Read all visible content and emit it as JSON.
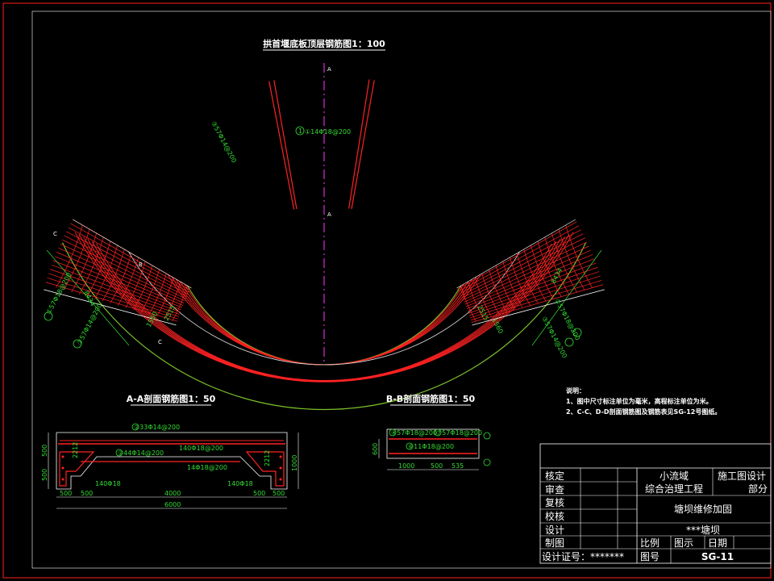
{
  "colors": {
    "background": "#000000",
    "frame": "#ff2020",
    "rebar": "#ff2222",
    "outline": "#7bbf2a",
    "dimension": "#33dd33",
    "centerline": "#ff33ff",
    "text": "#ffffff"
  },
  "plan_view": {
    "title": "拱首堰底板顶层钢筋图1：100",
    "section_mark_top": "A",
    "section_mark_bottom": "A",
    "callouts": [
      "①14Φ18@200",
      "③57Φ14@200",
      "①57Φ18@200",
      "③57Φ14@200",
      "②57Φ18@200",
      "③57Φ14@200"
    ],
    "dims": [
      "8434",
      "8434",
      "1560",
      "1560",
      "2515",
      "2515"
    ],
    "section_marks": [
      "C",
      "C",
      "B"
    ]
  },
  "section_aa": {
    "title": "A-A剖面钢筋图1：50",
    "bars": [
      "②33Φ14@200",
      "②44Φ14@200",
      "140Φ18@200",
      "14Φ18@200",
      "140Φ18",
      "140Φ18"
    ],
    "dims_bottom": [
      "500",
      "500",
      "4000",
      "500",
      "500"
    ],
    "total": "6000",
    "dims_left": [
      "500",
      "500"
    ],
    "dims_right": [
      "1000"
    ],
    "vertical_labels": [
      "2212",
      "2212"
    ]
  },
  "section_bb": {
    "title": "B-B剖面钢筋图1：50",
    "bars": [
      "④57Φ18@200",
      "⑦57Φ18@200",
      "⑥11Φ18@200"
    ],
    "dims_bottom": [
      "1000",
      "500",
      "535"
    ],
    "dim_left": "600"
  },
  "notes": {
    "heading": "说明：",
    "items": [
      "1、图中尺寸标注单位为毫米，高程标注单位为米。",
      "2、C-C、D-D剖面钢筋图及钢筋表见SG-12号图纸。"
    ]
  },
  "title_block": {
    "roles": [
      "核定",
      "审查",
      "复核",
      "校核",
      "设计",
      "制图"
    ],
    "cert_label": "设计证号：*******",
    "project_line1": "小流域",
    "project_line2": "综合治理工程",
    "phase": "施工图设计",
    "part": "部分",
    "drawing_name": "塘坝维修加固",
    "structure_name": "***塘坝",
    "scale_label": "比例",
    "scale_value": "图示",
    "date_label": "日期",
    "drawing_no_label": "图号",
    "drawing_no": "SG-11"
  }
}
